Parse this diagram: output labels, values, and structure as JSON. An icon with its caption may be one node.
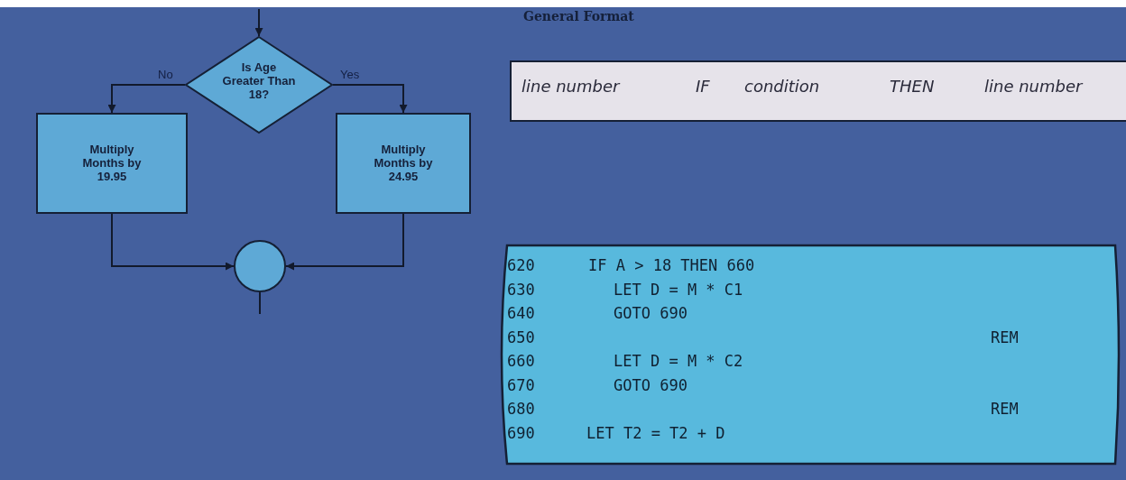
{
  "diagram": {
    "nodes": [
      {
        "text": [
          "Is Age Greater Than 18?"
        ]
      },
      {
        "text": [
          "Multiply Months by 19.95"
        ]
      },
      {
        "text": [
          "Multiply Months by 24.95"
        ]
      },
      {
        "text": [],
        "shape": "circle"
      },
      {
        "text": [
          "General Format",
          "line number",
          "IF",
          "condition",
          "THEN",
          "line number"
        ]
      },
      {
        "text": [
          "620",
          "IF A > 18 THEN 660",
          "630",
          "LET D = M * C1",
          "640",
          "GOTO 690",
          "650",
          "REM",
          "660",
          "LET D = M * C2",
          "670",
          "GOTO 690",
          "680",
          "REM",
          "690",
          "LET T2 = T2 + D"
        ]
      }
    ],
    "edges": [
      {
        "from": null,
        "to": 0,
        "arrow": "to"
      },
      {
        "from": 0,
        "to": 1,
        "arrow": "to",
        "label": "No"
      },
      {
        "from": 0,
        "to": 2,
        "arrow": "to",
        "label": "Yes"
      },
      {
        "from": 1,
        "to": 3,
        "arrow": "to"
      },
      {
        "from": 2,
        "to": 3,
        "arrow": "to"
      },
      {
        "from": 3,
        "to": null,
        "arrow": "none"
      }
    ]
  }
}
